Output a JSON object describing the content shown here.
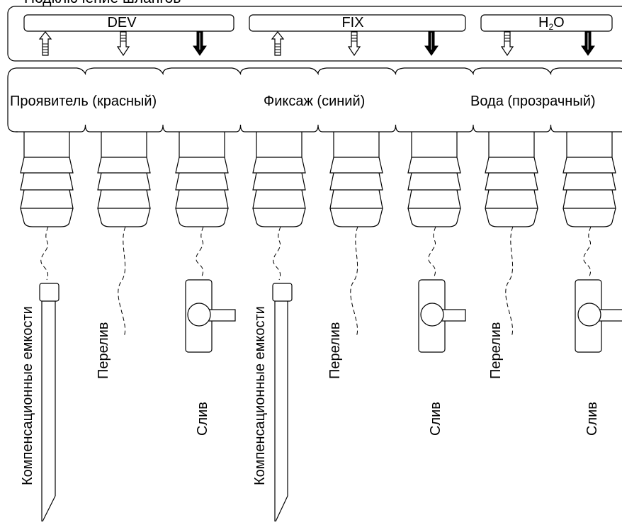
{
  "header_text": "Подключение шлангов",
  "groups": [
    {
      "id": "dev",
      "title": "DEV",
      "label": "Проявитель (красный)"
    },
    {
      "id": "fix",
      "title": "FIX",
      "label": "Фиксаж  (синий)"
    },
    {
      "id": "h2o",
      "title_main": "H",
      "title_sub": "2",
      "title_end": "O",
      "label": "Вода (прозрачный)"
    }
  ],
  "hoses": {
    "compensation": "Компенсационные емкости",
    "overflow": "Перелив",
    "drain": "Слив"
  },
  "icons": [
    "up-outline-arrow-icon",
    "down-outline-arrow-icon",
    "down-solid-arrow-icon"
  ],
  "colors": {
    "line": "#000000",
    "background": "#ffffff"
  }
}
